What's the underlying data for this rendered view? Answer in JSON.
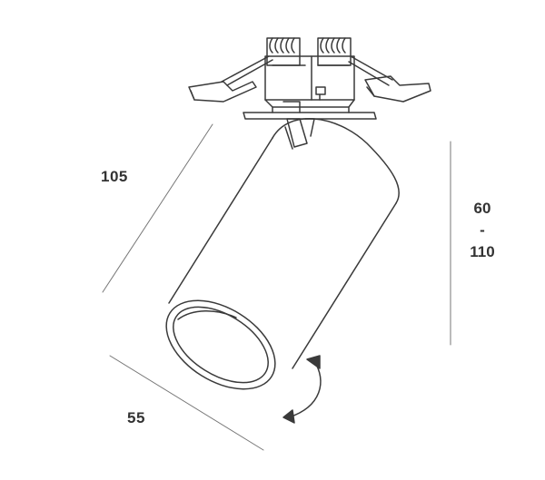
{
  "dimensions": {
    "length": "105",
    "diameter": "55",
    "height_min": "60",
    "height_separator": "-",
    "height_max": "110"
  },
  "colors": {
    "stroke": "#3a3a3a",
    "dimension_line": "#777777",
    "text": "#333333"
  }
}
